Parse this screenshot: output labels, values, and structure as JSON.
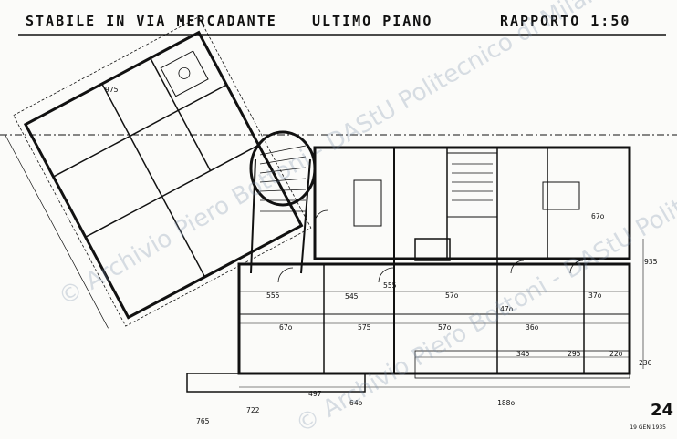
{
  "header": {
    "title_left": "STABILE IN VIA MERCADANTE",
    "title_mid": "ULTIMO PIANO",
    "title_right": "RAPPORTO 1:50"
  },
  "watermark": "© Archivio Piero Bottoni - DAStU Politecnico di Milano",
  "footer": {
    "sheet_number": "24",
    "stamp": "19 GEN 1935"
  },
  "dimensions": [
    "975",
    "935",
    "555",
    "545",
    "57o",
    "37o",
    "67o",
    "575",
    "57o",
    "345",
    "295",
    "22o",
    "497",
    "64o",
    "188o",
    "722",
    "765",
    "236",
    "555",
    "67o",
    "47o",
    "36o"
  ]
}
